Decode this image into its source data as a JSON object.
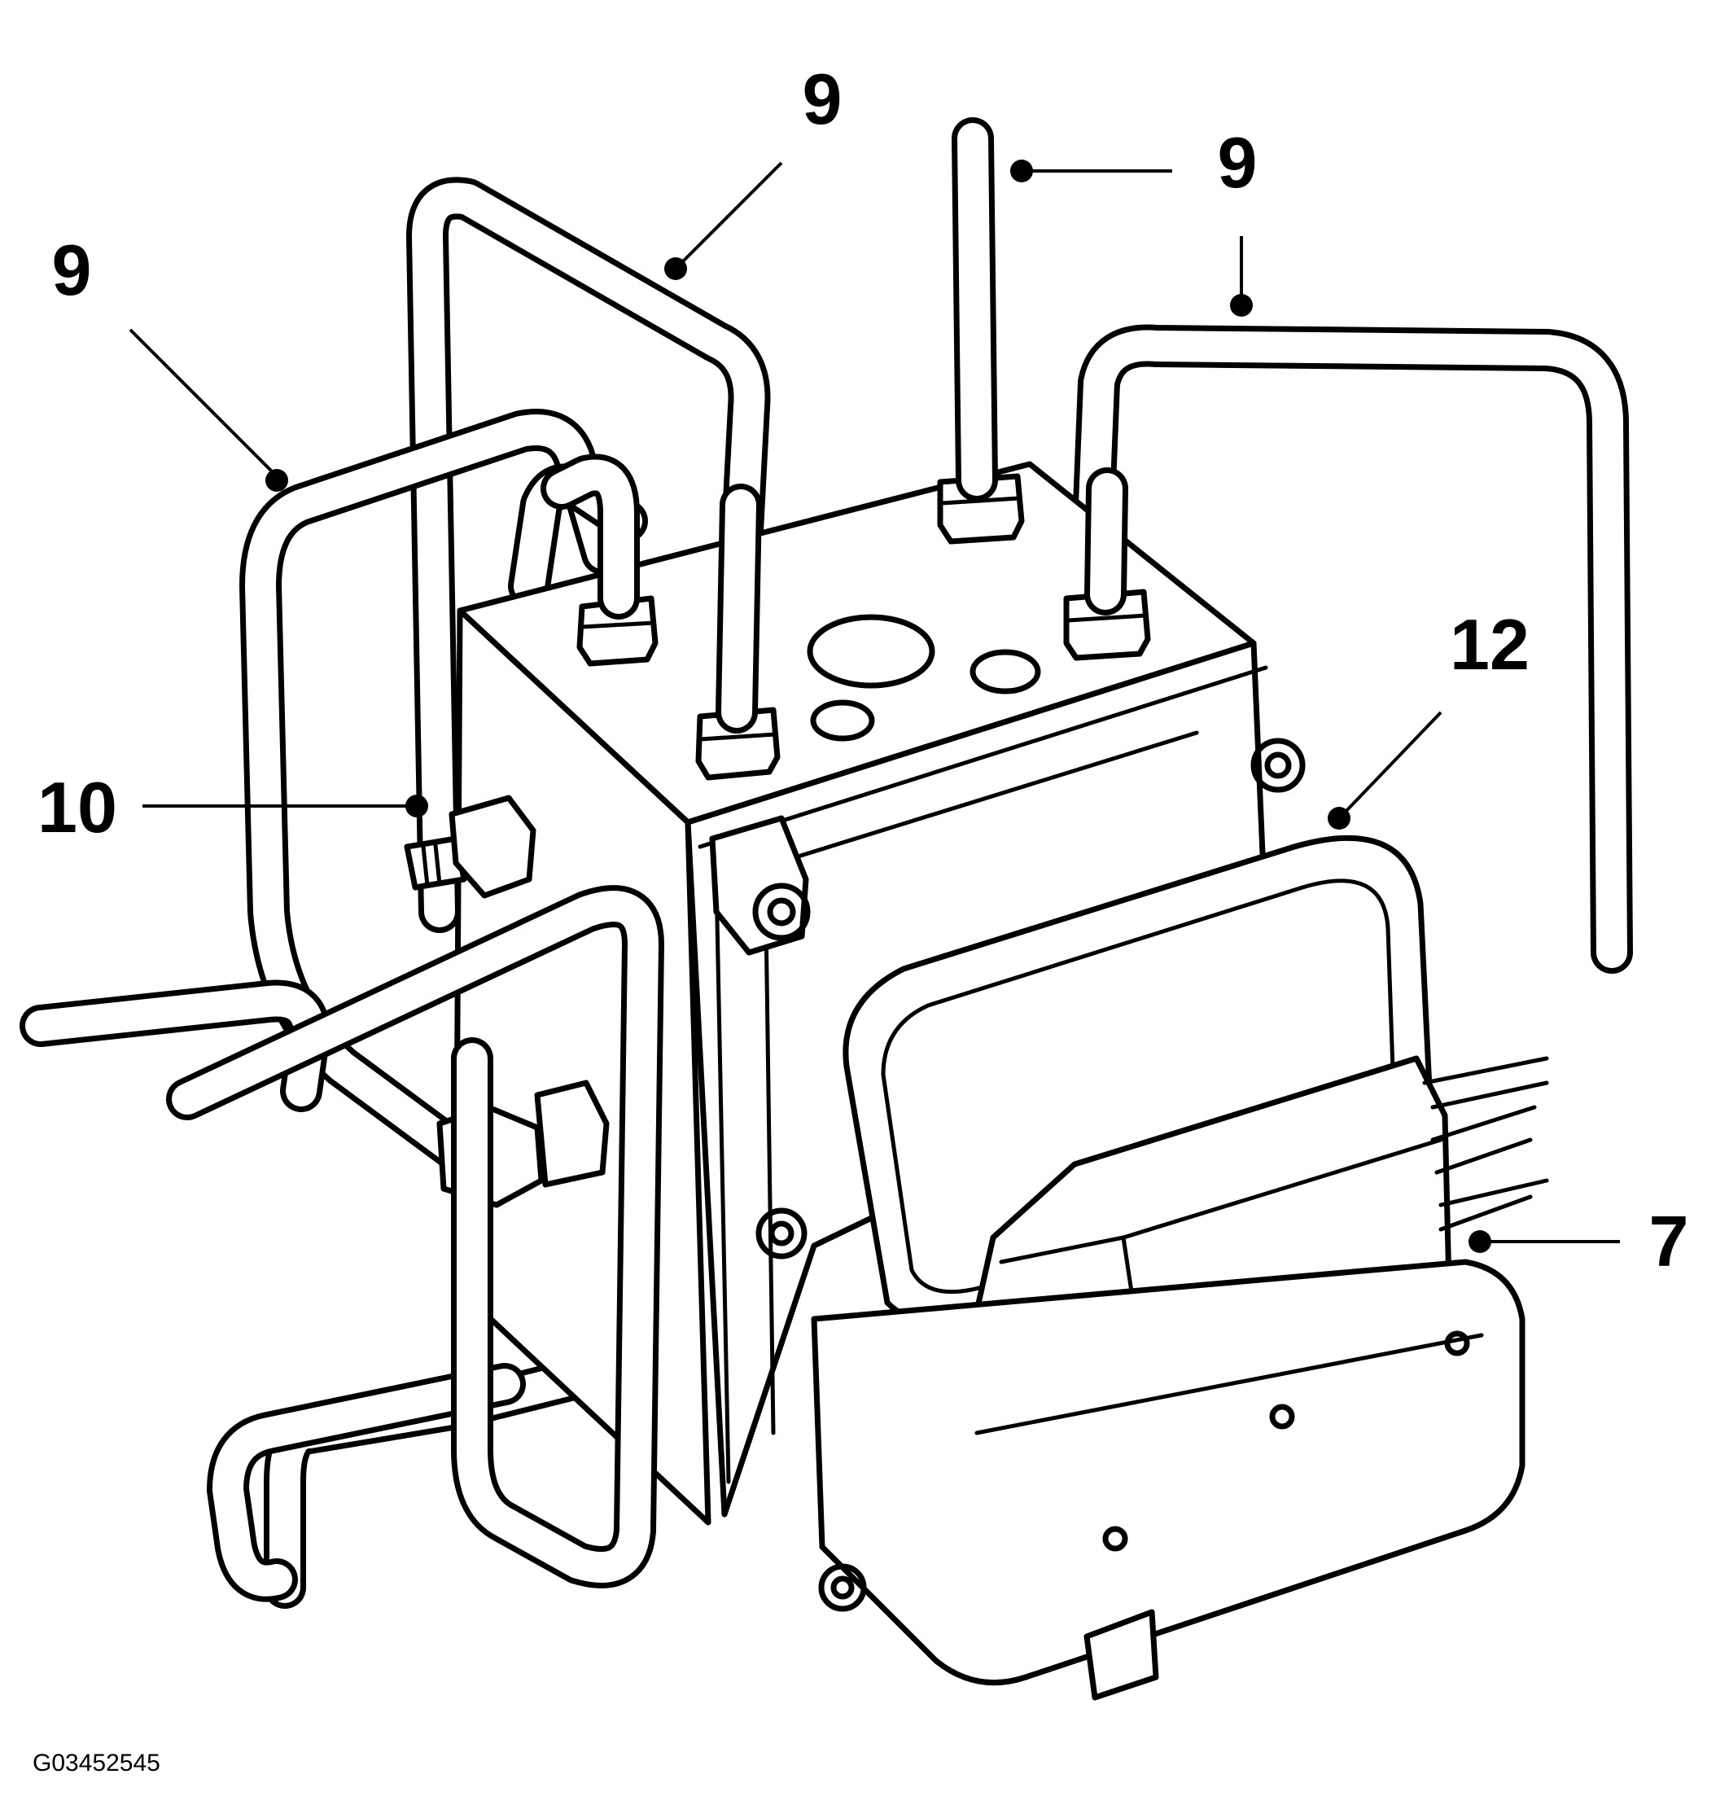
{
  "figure": {
    "id_label": "G03452545"
  },
  "callouts": [
    {
      "key": "brake-line-left",
      "label": "9"
    },
    {
      "key": "brake-line-top-left",
      "label": "9"
    },
    {
      "key": "brake-line-top-center",
      "label": "9"
    },
    {
      "key": "brake-line-right",
      "label": "9"
    },
    {
      "key": "mounting-bolt",
      "label": "10"
    },
    {
      "key": "module-housing",
      "label": "12"
    },
    {
      "key": "harness-connector",
      "label": "7"
    }
  ]
}
